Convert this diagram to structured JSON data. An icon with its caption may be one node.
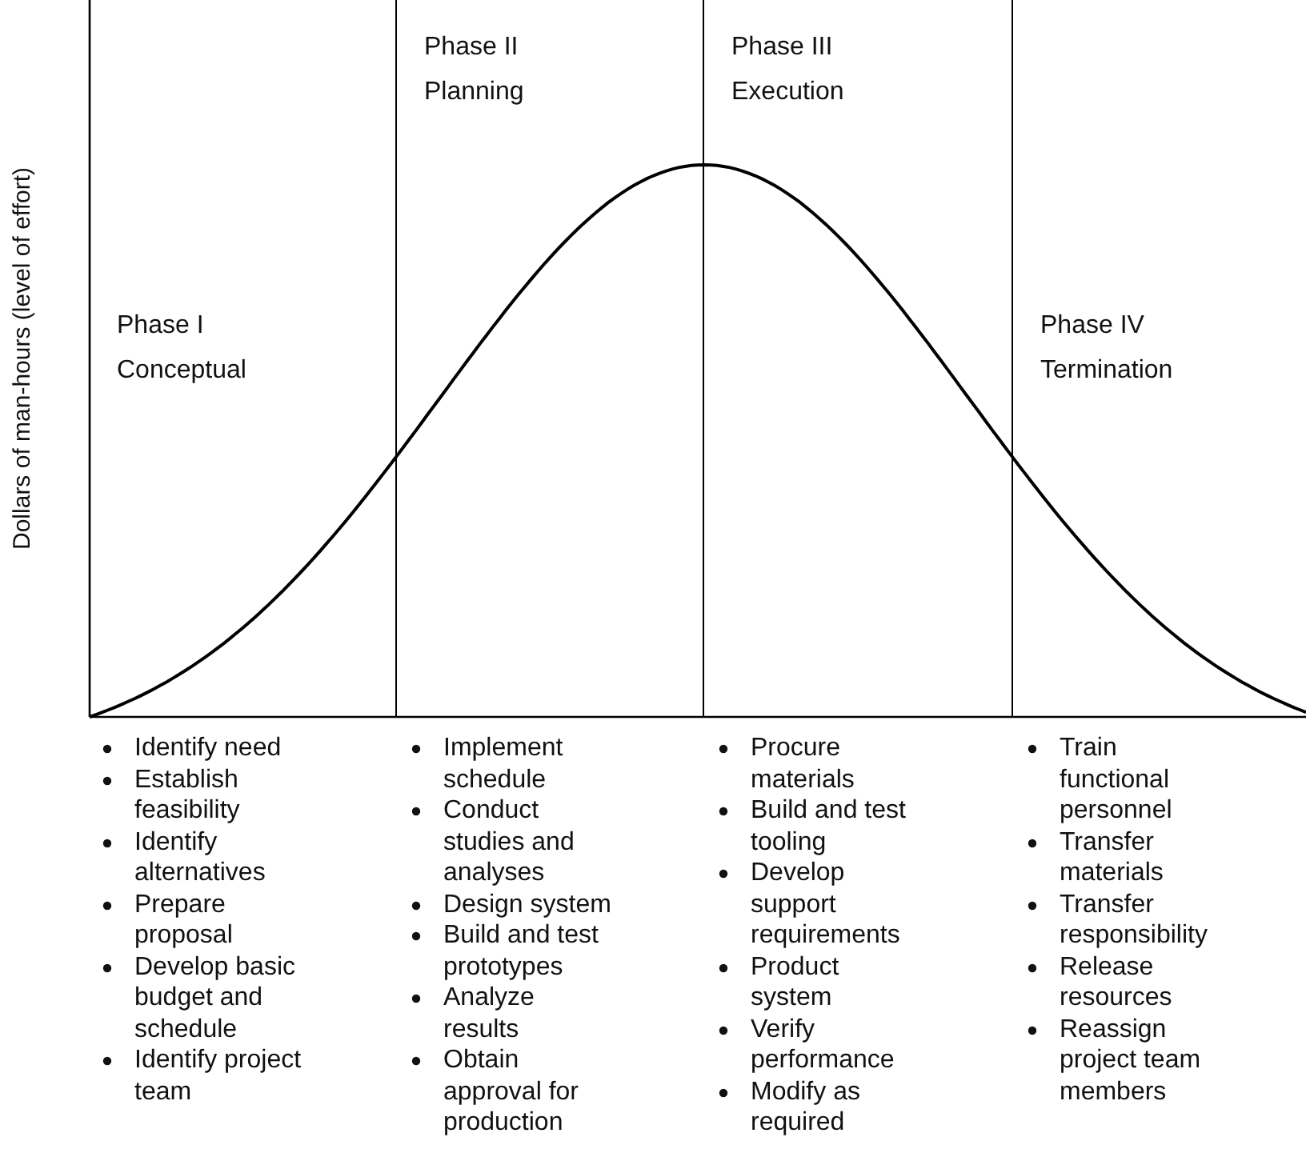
{
  "diagram": {
    "nodes": [
      {
        "text": [
          "Phase I",
          "Conceptual"
        ]
      },
      {
        "text": [
          "Phase II",
          "Planning"
        ]
      },
      {
        "text": [
          "Phase III",
          "Execution"
        ]
      },
      {
        "text": [
          "Phase IV",
          "Termination"
        ]
      }
    ],
    "edges": [],
    "labels": [
      "Dollars of man-hours (level of effort)",
      "Identify need",
      "Establish feasibility",
      "Identify alternatives",
      "Prepare proposal",
      "Develop basic budget and schedule",
      "Identify project team",
      "Implement schedule",
      "Conduct studies and analyses",
      "Design system",
      "Build and test prototypes",
      "Analyze results",
      "Obtain approval for production",
      "Procure materials",
      "Build and test tooling",
      "Develop support requirements",
      "Product system",
      "Verify performance",
      "Modify as required",
      "Train functional personnel",
      "Transfer materials",
      "Transfer responsibility",
      "Release resources",
      "Reassign project team members"
    ]
  }
}
